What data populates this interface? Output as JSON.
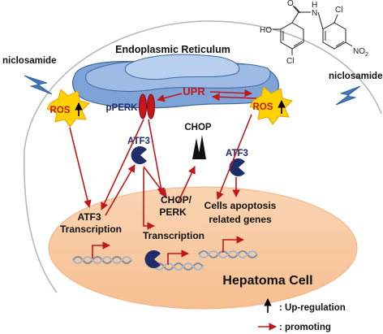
{
  "labels": {
    "niclosamide_left": "niclosamide",
    "niclosamide_right": "niclosamide",
    "er": "Endoplasmic Reticulum",
    "upr": "UPR",
    "perk": "pPERK",
    "ros_left": "ROS",
    "ros_right": "ROS",
    "atf3_left": "ATF3",
    "atf3_right": "ATF3",
    "chop": "CHOP",
    "atf3_transcription_line1": "ATF3",
    "atf3_transcription_line2": "Transcription",
    "chop_perk_line1": "CHOP/",
    "chop_perk_line2": "PERK",
    "chop_perk_line3": "Transcription",
    "apoptosis_line1": "Cells apoptosis",
    "apoptosis_line2": "related genes",
    "cell": "Hepatoma Cell"
  },
  "structure_atoms": {
    "o": "O",
    "nh": "N",
    "h": "H",
    "cl_top": "Cl",
    "ho": "HO",
    "no2": "NO",
    "no2_sub": "2",
    "cl_bottom": "Cl"
  },
  "legend": {
    "up_symbol": "↑",
    "up_label": ": Up-regulation",
    "promote_label": ": promoting"
  },
  "colors": {
    "arrow": "#c0181a",
    "upr_text": "#c0181a",
    "protein": "#1f2d6b",
    "ros_fill": "#ffd200",
    "ros_stroke": "#e8a200",
    "bolt": "#3f78c0",
    "er": "#6d93c8",
    "nucleus": "#f8c9a0",
    "dna": "#7f8fa6"
  }
}
